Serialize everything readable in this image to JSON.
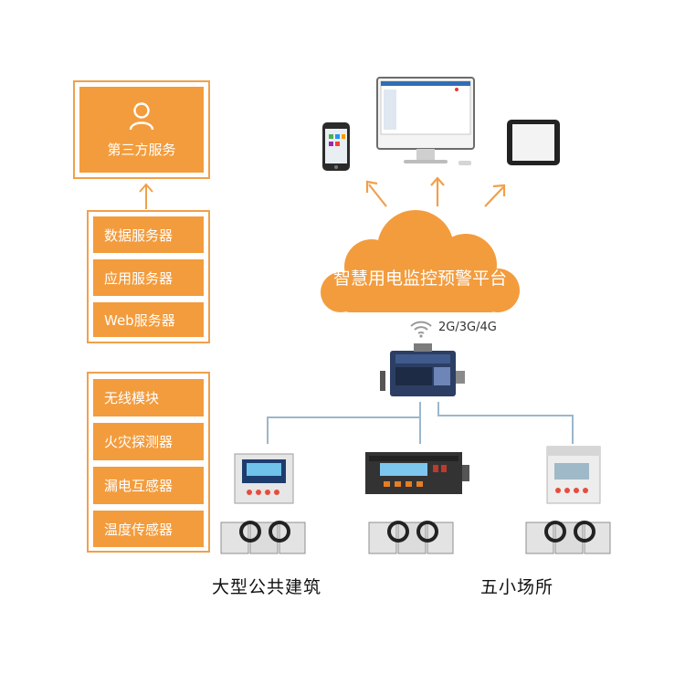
{
  "third_party": {
    "label": "第三方服务",
    "icon": "user-icon"
  },
  "servers": [
    "数据服务器",
    "应用服务器",
    "Web服务器"
  ],
  "sensors": [
    "无线模块",
    "火灾探测器",
    "漏电互感器",
    "温度传感器"
  ],
  "platform": {
    "label": "智慧用电监控预警平台"
  },
  "network": {
    "label": "2G/3G/4G",
    "icon": "wifi-icon"
  },
  "sites": [
    "大型公共建筑",
    "五小场所"
  ],
  "colors": {
    "accent": "#f39c3d",
    "frame": "#f0a04b",
    "line": "#9bb7cc"
  }
}
